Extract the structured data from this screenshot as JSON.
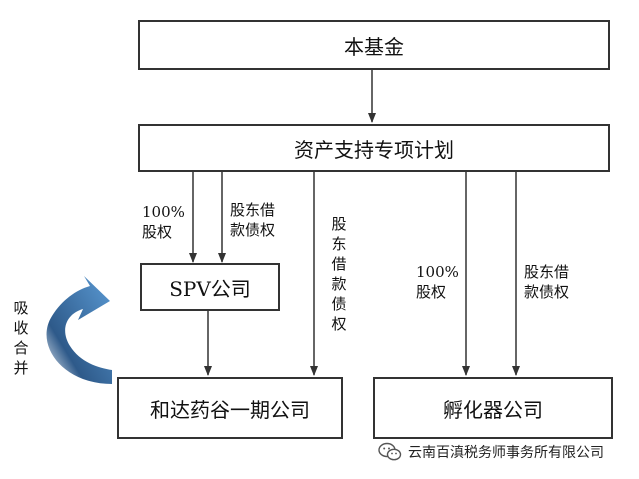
{
  "nodes": {
    "fund": "本基金",
    "plan": "资产支持专项计划",
    "spv": "SPV公司",
    "hedayao": "和达药谷一期公司",
    "incubator": "孵化器公司"
  },
  "edge_labels": {
    "spv_equity": "100%\n股权",
    "spv_loan": "股东借\n款债权",
    "hedayao_loan": "股东借款债权",
    "incubator_equity": "100%\n股权",
    "incubator_loan": "股东借\n款债权",
    "merger": "吸收合并"
  },
  "colors": {
    "box_border": "#333333",
    "arrow": "#333333",
    "merger_arrow_dark": "#2e5a8a",
    "merger_arrow_light": "#5b9bd5"
  },
  "watermark": {
    "icon": "wechat-icon",
    "text": "云南百滇税务师事务所有限公司"
  }
}
